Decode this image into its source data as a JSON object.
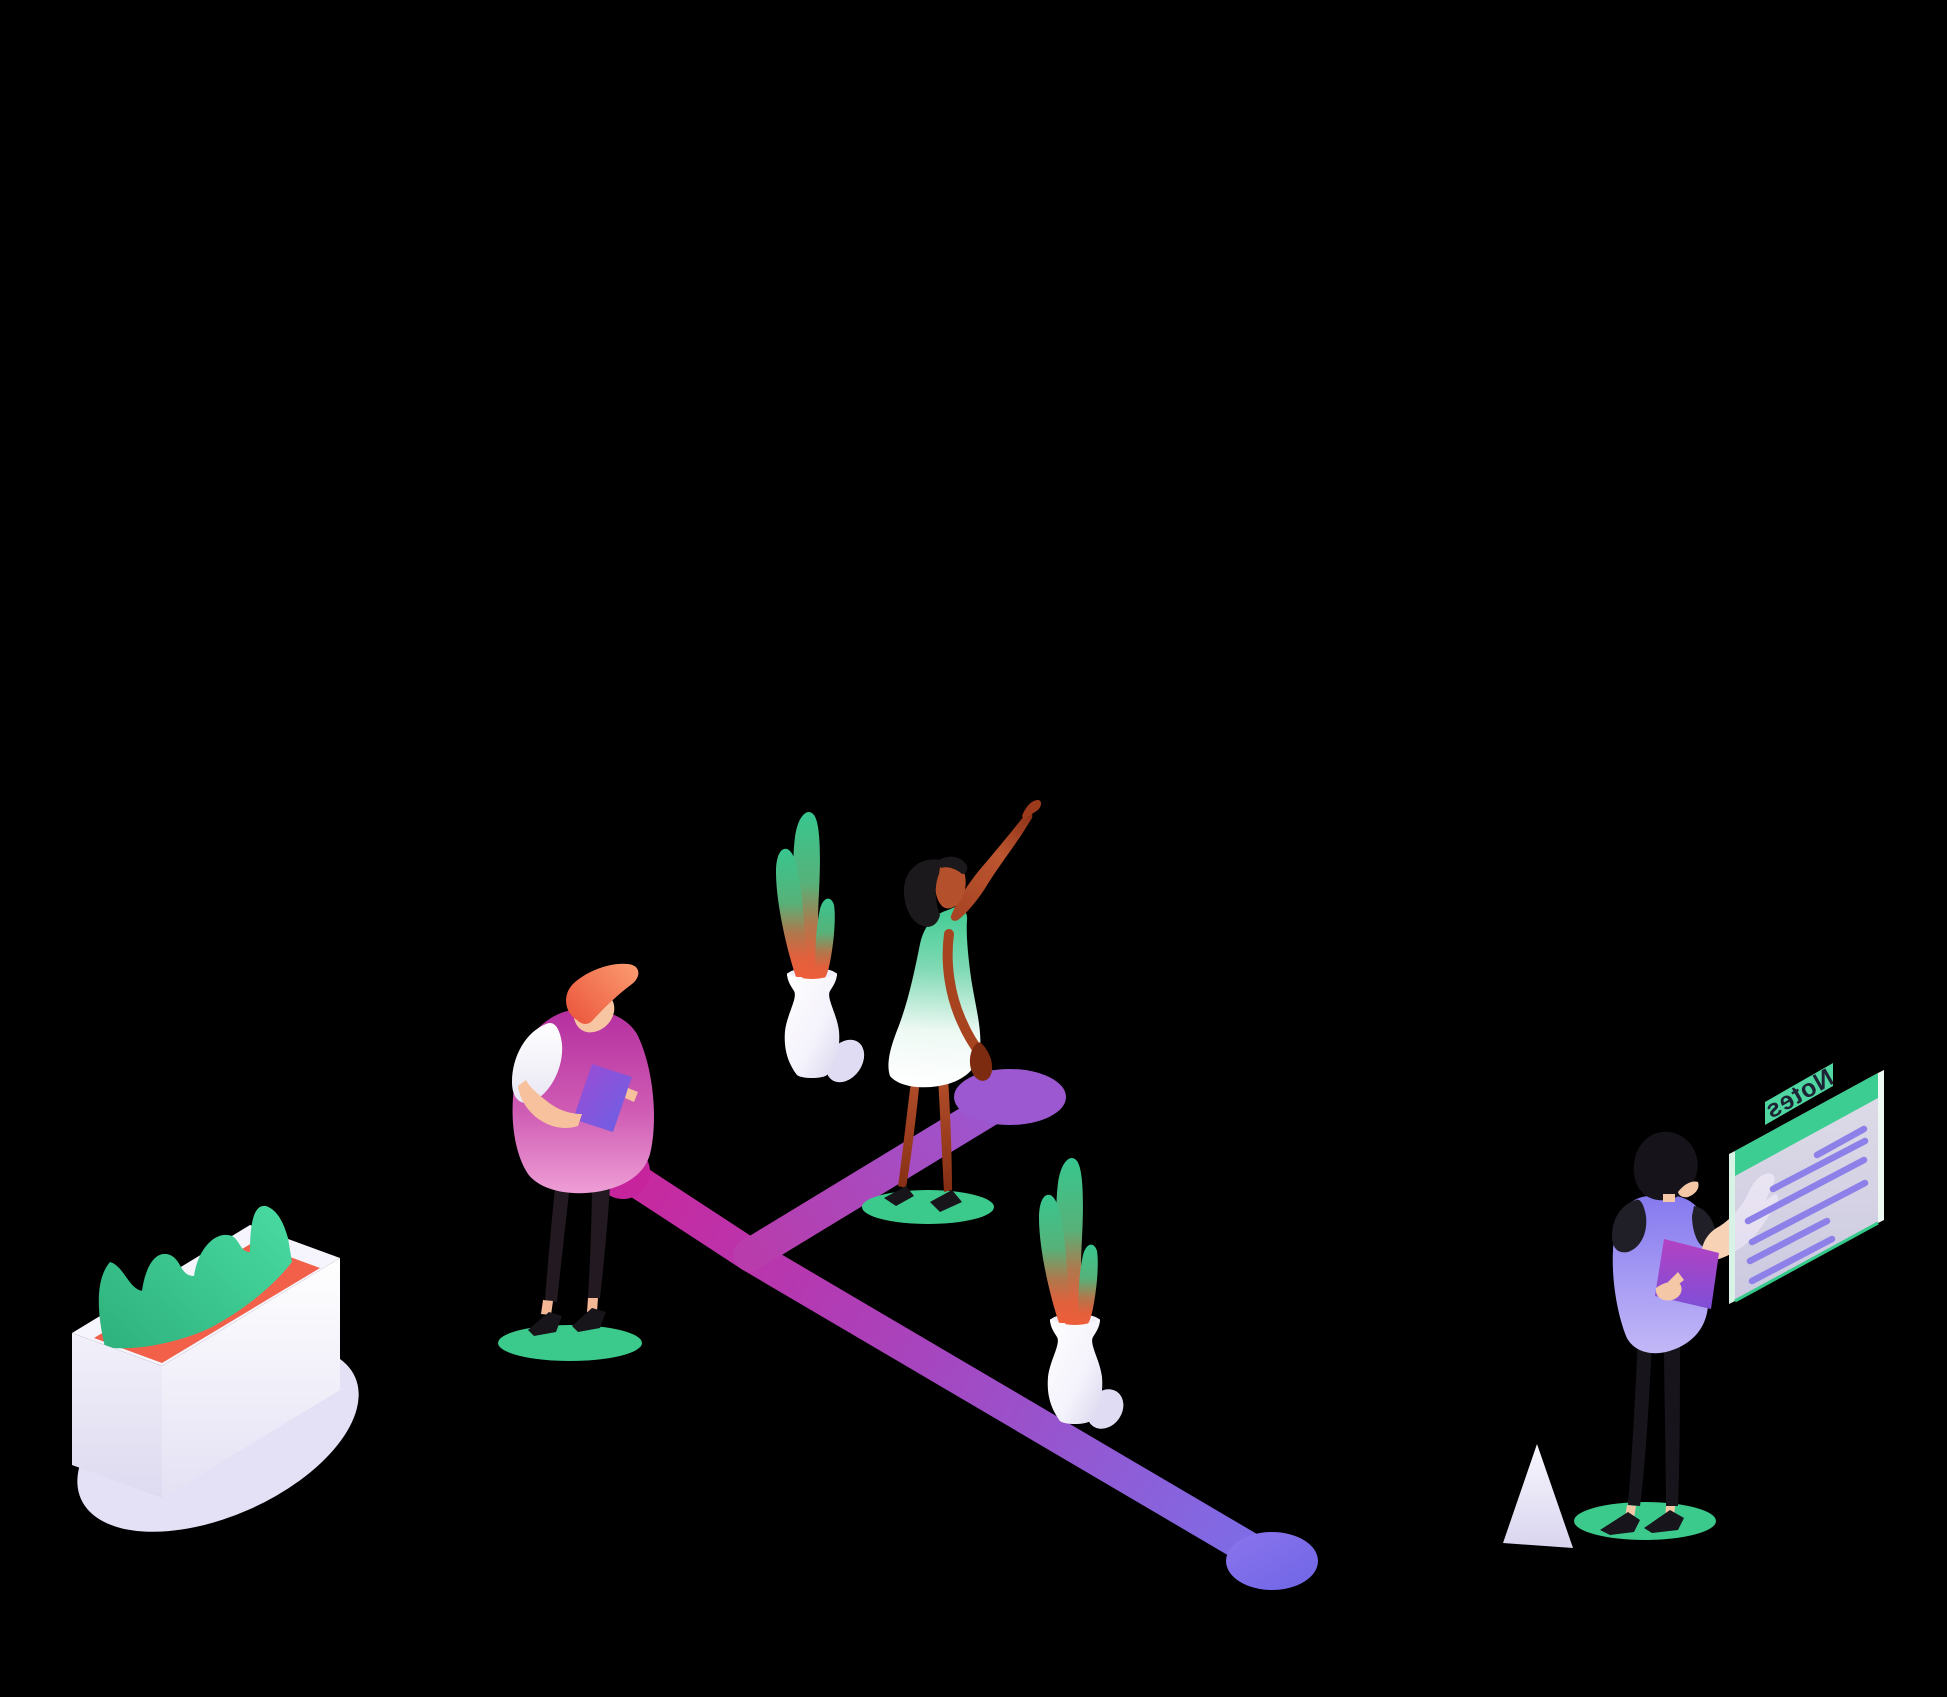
{
  "scene": {
    "background": "#000000",
    "platform_color": "#3cc98c",
    "notes_board": {
      "title": "Notes",
      "title_mirrored": true,
      "title_text_color": "#1d2335",
      "tab_color": "#4fd6a1",
      "header_color": "#3bcd92",
      "body_color": "#e9e6f8",
      "line_color": "#8d80e8",
      "edge_color": "#35c98a",
      "text_lines_count": 6
    },
    "path": {
      "start_color": "#c9279d",
      "mid_color": "#a844bd",
      "end_color": "#7b6fe9",
      "node_count": 3
    },
    "figures": {
      "man_with_tablet": {
        "hair": "#ef5f40",
        "shirt": "#b52f9f",
        "sleeve": "#ffffff",
        "tablet_1": "#9d4cd3",
        "tablet_2": "#6a60e5",
        "pants": "#221a20",
        "skin": "#f6c19c"
      },
      "woman_pointing": {
        "hair": "#1c191c",
        "dress_top": "#3ecb91",
        "dress_bottom": "#ffffff",
        "skin": "#b5502c"
      },
      "person_at_board": {
        "hair": "#16141a",
        "vest_top": "#8579ef",
        "vest_bottom": "#c3b9f7",
        "sleeves": "#201e26",
        "clipboard_1": "#b341c2",
        "clipboard_2": "#7d50d8",
        "skin": "#f7d2b4"
      }
    },
    "plants": {
      "leaf_top": "#38c68f",
      "leaf_base": "#ee5e3a",
      "vase": "#ffffff",
      "shadow_lavender": "#dfdcf4",
      "planter_soil": "#f2604a",
      "hedge_top": "#47d8a0",
      "hedge_bottom": "#2fb27d",
      "planter_box": "#f6f5fd"
    },
    "triangle_color": "#eceafb"
  }
}
